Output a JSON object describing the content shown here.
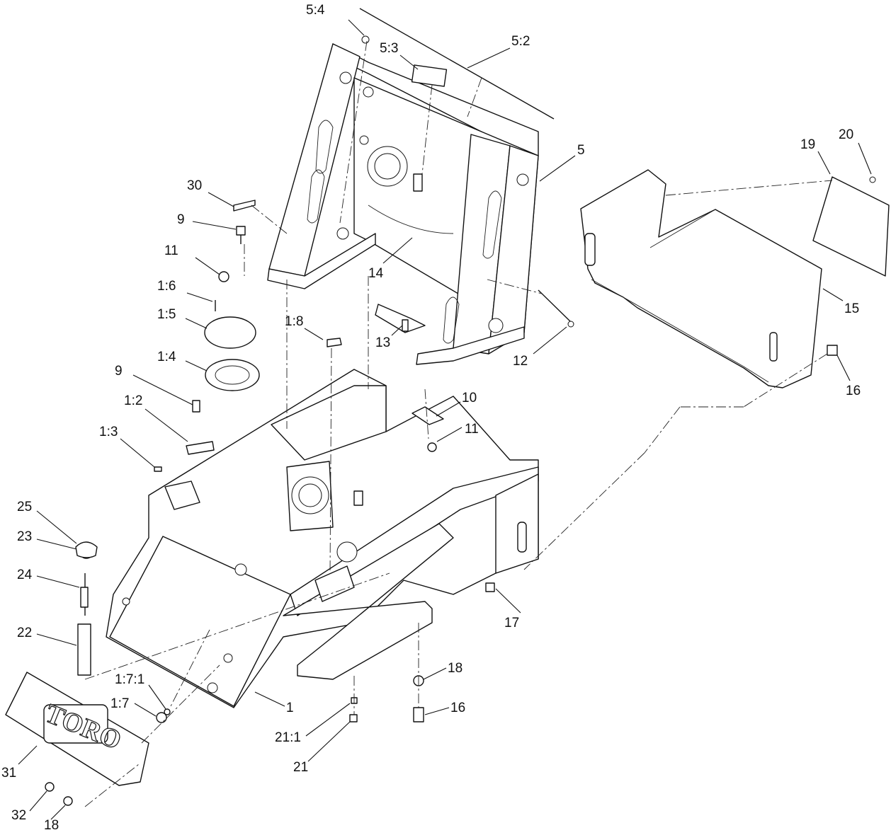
{
  "callouts": {
    "c_5_4": "5:4",
    "c_5_3": "5:3",
    "c_5_2": "5:2",
    "c_5": "5",
    "c_30": "30",
    "c_9a": "9",
    "c_11a": "11",
    "c_14": "14",
    "c_1_6": "1:6",
    "c_1_5": "1:5",
    "c_1_8": "1:8",
    "c_13": "13",
    "c_12": "12",
    "c_1_4": "1:4",
    "c_9b": "9",
    "c_10": "10",
    "c_1_2": "1:2",
    "c_11b": "11",
    "c_1_3": "1:3",
    "c_19": "19",
    "c_20": "20",
    "c_15": "15",
    "c_16a": "16",
    "c_25": "25",
    "c_23": "23",
    "c_24": "24",
    "c_22": "22",
    "c_17": "17",
    "c_1_7_1": "1:7:1",
    "c_1_7": "1:7",
    "c_1": "1",
    "c_18a": "18",
    "c_16b": "16",
    "c_21_1": "21:1",
    "c_21": "21",
    "c_31": "31",
    "c_32": "32",
    "c_18b": "18"
  },
  "logo": {
    "text": "TORO"
  }
}
